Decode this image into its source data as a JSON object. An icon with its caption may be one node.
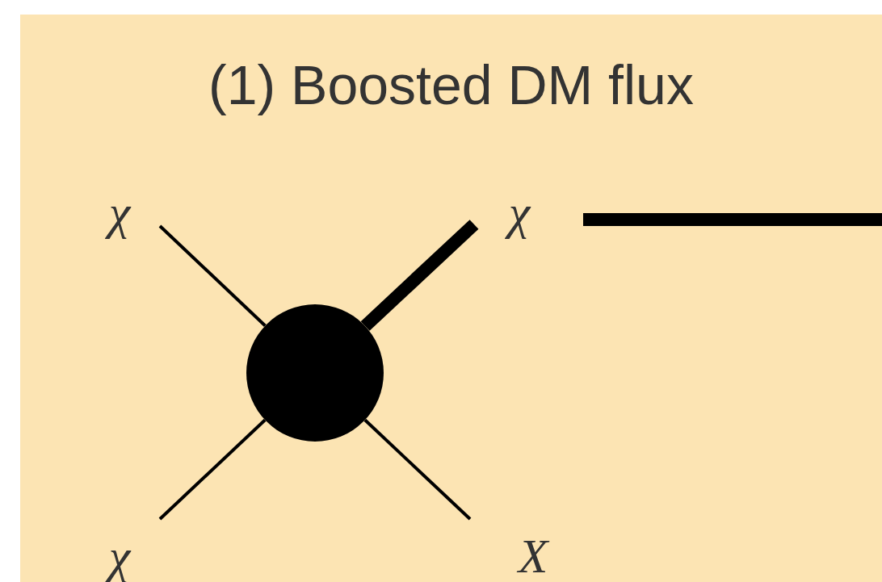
{
  "diagram": {
    "nodes": [
      {
        "text": [
          "(1) Boosted DM flux"
        ]
      },
      {
        "text": [
          "χ"
        ],
        "in": 0
      },
      {
        "text": [
          "χ"
        ],
        "in": 0
      },
      {
        "text": [],
        "shape": "circle",
        "in": 0
      },
      {
        "text": [
          "χ"
        ],
        "in": 0
      },
      {
        "text": [
          "X"
        ],
        "in": 0
      }
    ],
    "edges": [
      {
        "from": 1,
        "to": 3,
        "arrow": "none"
      },
      {
        "from": 3,
        "to": 2,
        "arrow": "none",
        "style": "thick"
      },
      {
        "from": 4,
        "to": 3,
        "arrow": "none"
      },
      {
        "from": 3,
        "to": 5,
        "arrow": "none"
      },
      {
        "from": 2,
        "to": null,
        "arrow": "none",
        "style": "thick"
      }
    ]
  }
}
